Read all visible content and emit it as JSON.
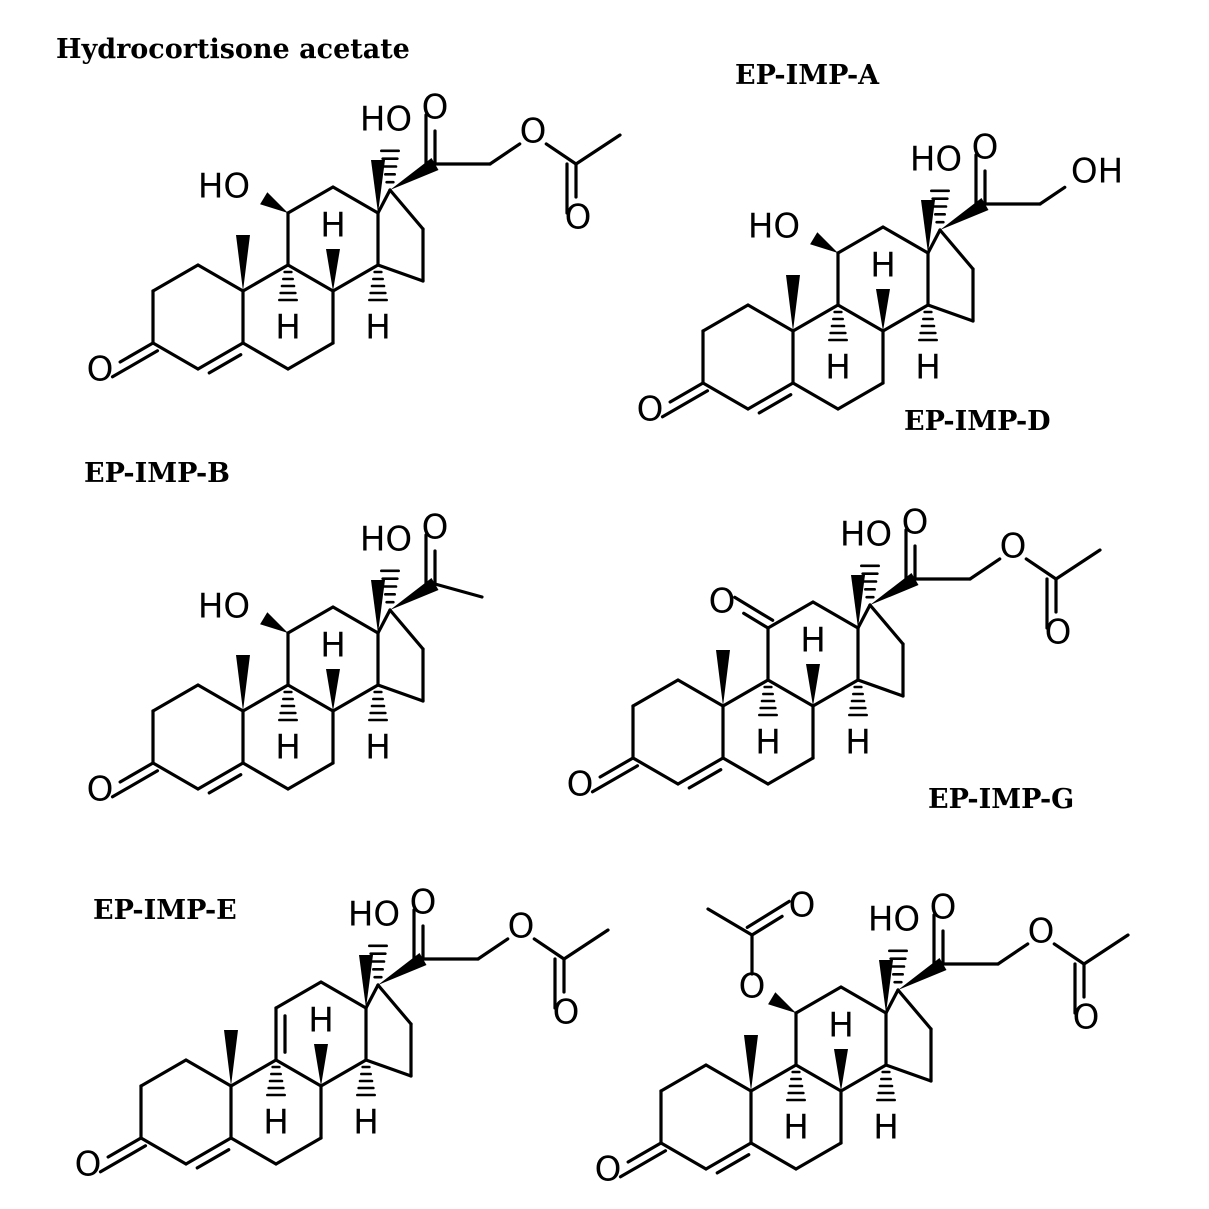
{
  "structures": [
    {
      "id": "s1",
      "title": "Hydrocortisone acetate",
      "c11": "HO",
      "r17": "acetoxyacetyl",
      "c9c11_double": false
    },
    {
      "id": "s2",
      "title": "EP-IMP-A",
      "c11": "HO",
      "r17": "hydroxyacetyl",
      "c9c11_double": false
    },
    {
      "id": "s3",
      "title": "EP-IMP-B",
      "c11": "HO",
      "r17": "acetyl",
      "c9c11_double": false
    },
    {
      "id": "s4",
      "title": "EP-IMP-D",
      "c11": "O",
      "r17": "acetoxyacetyl",
      "c9c11_double": false
    },
    {
      "id": "s5",
      "title": "EP-IMP-E",
      "c11": "",
      "r17": "acetoxyacetyl",
      "c9c11_double": true
    },
    {
      "id": "s6",
      "title": "EP-IMP-G",
      "c11": "AcO",
      "r17": "acetoxyacetyl",
      "c9c11_double": false
    }
  ],
  "atom_labels": {
    "o": "O",
    "h": "H",
    "oh_right": "OH",
    "ho": "HO"
  }
}
